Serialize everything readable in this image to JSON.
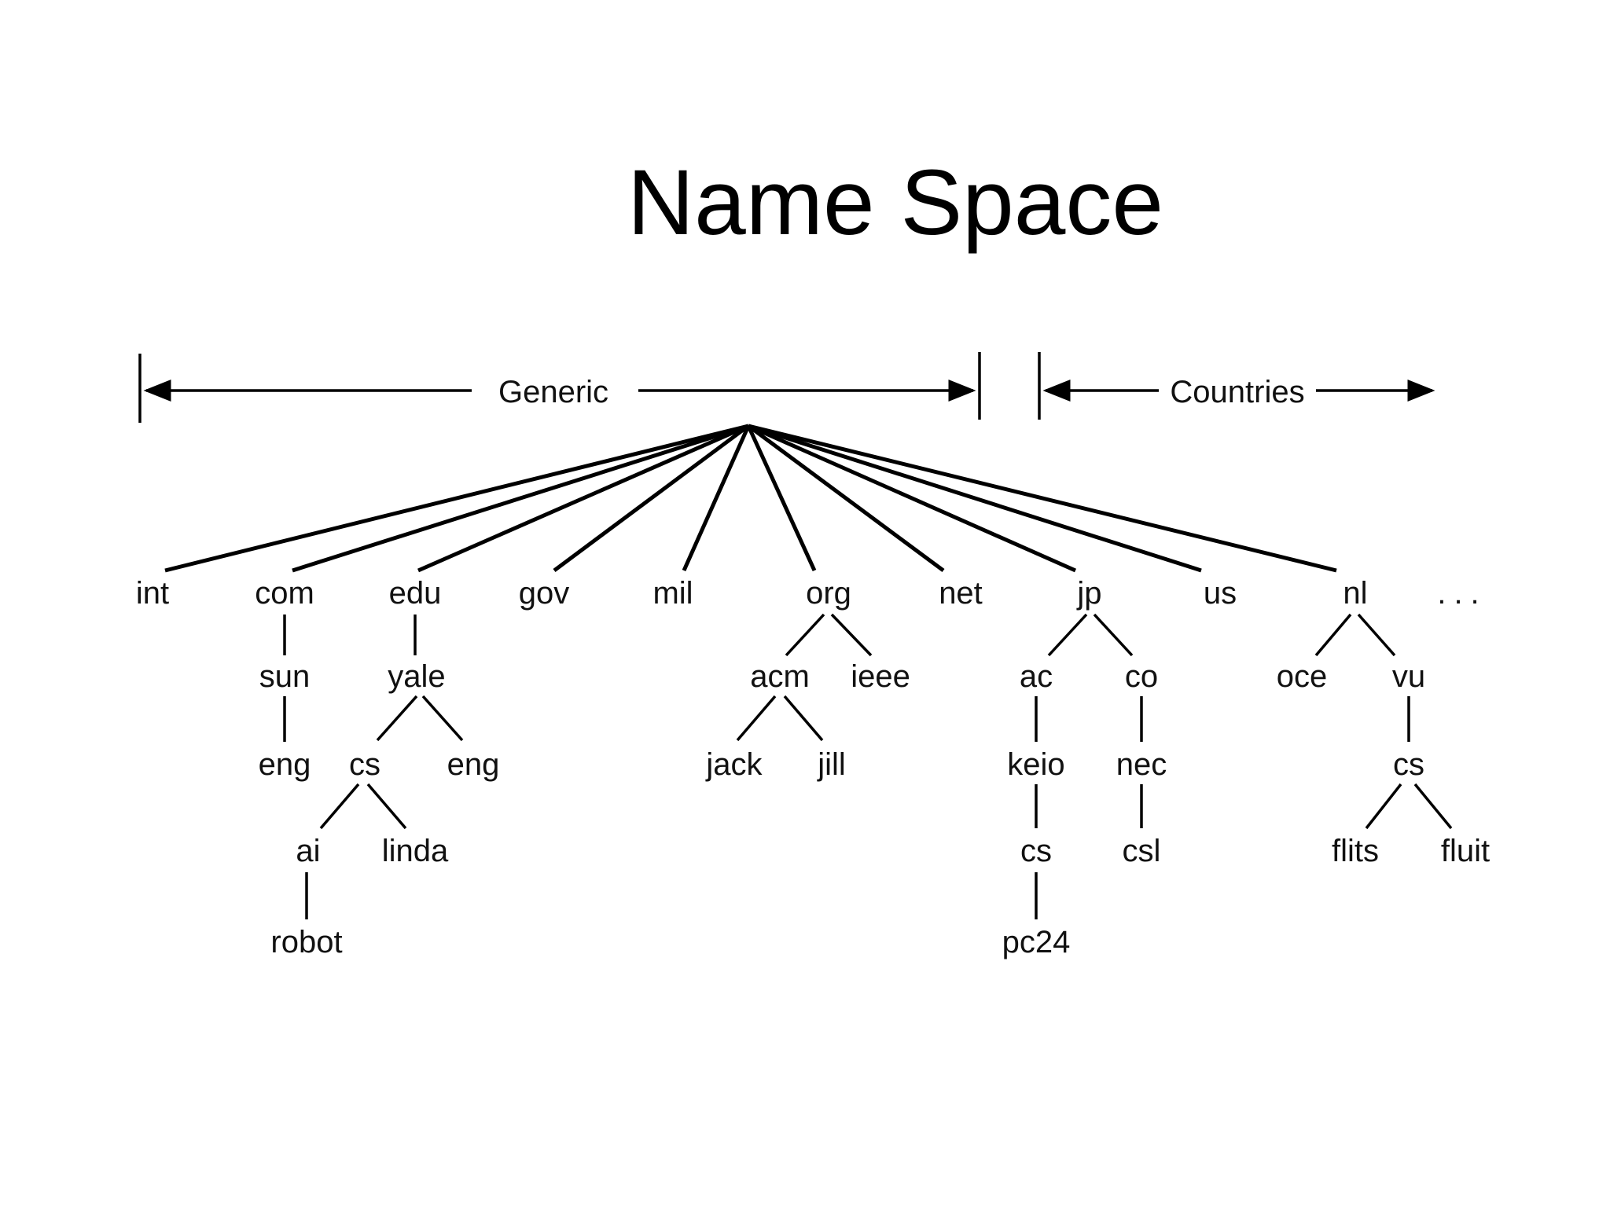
{
  "slide": {
    "title": "Name Space"
  },
  "ranges": {
    "generic": "Generic",
    "countries": "Countries",
    "more": "..."
  },
  "nodes": {
    "int": "int",
    "com": "com",
    "edu": "edu",
    "gov": "gov",
    "mil": "mil",
    "org": "org",
    "net": "net",
    "jp": "jp",
    "us": "us",
    "nl": "nl",
    "com_sun": "sun",
    "com_sun_eng": "eng",
    "edu_yale": "yale",
    "edu_yale_cs": "cs",
    "edu_yale_eng": "eng",
    "edu_yale_cs_ai": "ai",
    "edu_yale_cs_linda": "linda",
    "edu_yale_cs_ai_robot": "robot",
    "org_acm": "acm",
    "org_ieee": "ieee",
    "org_acm_jack": "jack",
    "org_acm_jill": "jill",
    "jp_ac": "ac",
    "jp_co": "co",
    "jp_ac_keio": "keio",
    "jp_co_nec": "nec",
    "jp_ac_keio_cs": "cs",
    "jp_co_nec_csl": "csl",
    "jp_ac_keio_cs_pc24": "pc24",
    "nl_oce": "oce",
    "nl_vu": "vu",
    "nl_vu_cs": "cs",
    "nl_vu_cs_flits": "flits",
    "nl_vu_cs_fluit": "fluit"
  }
}
